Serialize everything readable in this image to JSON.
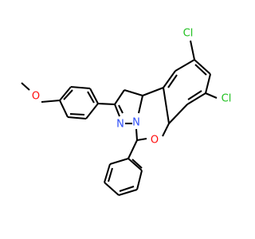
{
  "molecule": {
    "labels": {
      "cl_upper": "Cl",
      "cl_lower": "Cl",
      "ring_oxygen": "O",
      "methoxy_oxygen": "O",
      "n_imine": "N",
      "n_amine": "N"
    },
    "colors": {
      "chlorine": "#1fc01f",
      "oxygen": "#ff0d0d",
      "nitrogen": "#3050f8",
      "bond": "#000000",
      "background": "#ffffff"
    }
  }
}
